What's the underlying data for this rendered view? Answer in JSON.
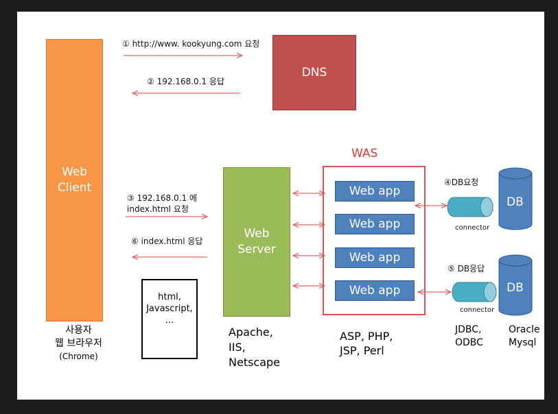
{
  "nodes": {
    "web_client": [
      "Web",
      "Client"
    ],
    "dns": "DNS",
    "web_server": [
      "Web",
      "Server"
    ],
    "was_title": "WAS",
    "web_apps": [
      "Web app",
      "Web app",
      "Web app",
      "Web app"
    ],
    "db_top": "DB",
    "db_bottom": "DB",
    "connector_top": "connector",
    "connector_bottom": "connector"
  },
  "messages": {
    "m1": "① http://www. kookyung.com 요청",
    "m2": "② 192.168.0.1 응답",
    "m3_line1": "③ 192.168.0.1 에",
    "m3_line2": "index.html 요청",
    "m4": "④DB요청",
    "m5": "⑤ DB응답",
    "m6": "⑥ index.html 응답"
  },
  "code_box": [
    "html,",
    "Javascript,",
    "..."
  ],
  "captions": {
    "client": [
      "사용자",
      "웹 브라우저",
      "(Chrome)"
    ],
    "server": [
      "Apache,",
      "IIS,",
      "Netscape"
    ],
    "was": [
      "ASP, PHP,",
      "JSP, Perl"
    ],
    "driver": [
      "JDBC,",
      "ODBC"
    ],
    "db": [
      "Oracle",
      "Mysql"
    ]
  },
  "colors": {
    "web_client": "#f79646",
    "dns": "#c0504d",
    "web_server": "#9bbb59",
    "web_app": "#4f81bd",
    "was_border": "#d9534f",
    "connector": "#4bacc6",
    "db": "#4f81bd",
    "arrow": "#e06666"
  }
}
